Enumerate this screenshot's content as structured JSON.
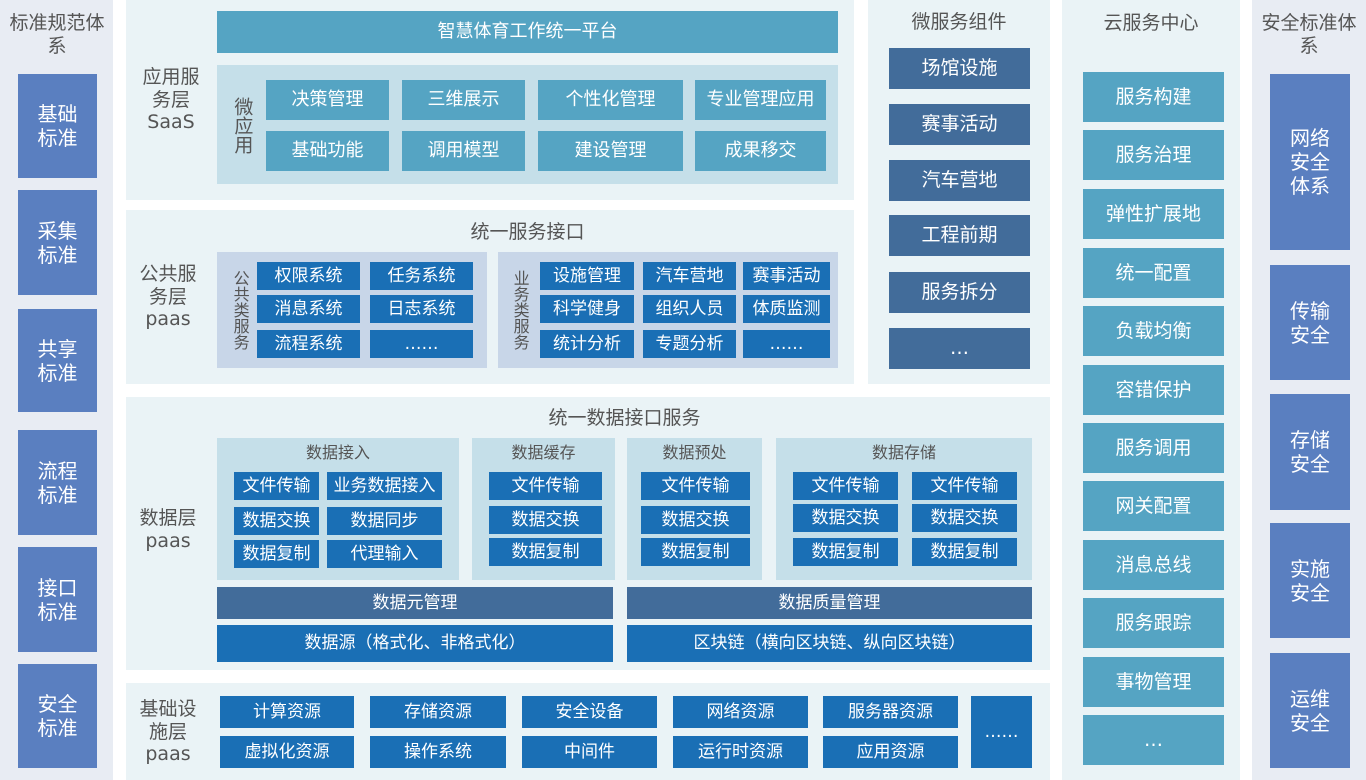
{
  "left_standards": {
    "title": "标准规范体系",
    "items": [
      "基础标准",
      "采集标准",
      "共享标准",
      "流程标准",
      "接口标准",
      "安全标准"
    ]
  },
  "saas": {
    "label": "应用服务层SaaS",
    "platform": "智慧体育工作统一平台",
    "micro_label": "微应用",
    "apps": [
      "决策管理",
      "三维展示",
      "个性化管理",
      "专业管理应用",
      "基础功能",
      "调用模型",
      "建设管理",
      "成果移交"
    ]
  },
  "public": {
    "title": "统一服务接口",
    "label": "公共服务层paas",
    "common_label": "公共类服务",
    "common": [
      "权限系统",
      "任务系统",
      "消息系统",
      "日志系统",
      "流程系统",
      "……"
    ],
    "biz_label": "业务类服务",
    "biz": [
      "设施管理",
      "汽车营地",
      "赛事活动",
      "科学健身",
      "组织人员",
      "体质监测",
      "统计分析",
      "专题分析",
      "……"
    ]
  },
  "data_layer": {
    "title": "统一数据接口服务",
    "label": "数据层paas",
    "access": {
      "title": "数据接入",
      "items": [
        "文件传输",
        "业务数据接入",
        "数据交换",
        "数据同步",
        "数据复制",
        "代理输入"
      ]
    },
    "cache": {
      "title": "数据缓存",
      "items": [
        "文件传输",
        "数据交换",
        "数据复制"
      ]
    },
    "preprocess": {
      "title": "数据预处",
      "items": [
        "文件传输",
        "数据交换",
        "数据复制"
      ]
    },
    "storage": {
      "title": "数据存储",
      "items": [
        "文件传输",
        "文件传输",
        "数据交换",
        "数据交换",
        "数据复制",
        "数据复制"
      ]
    },
    "meta": "数据元管理",
    "quality": "数据质量管理",
    "source": "数据源（格式化、非格式化）",
    "blockchain": "区块链（横向区块链、纵向区块链）"
  },
  "infra": {
    "label": "基础设施层paas",
    "items": [
      "计算资源",
      "存储资源",
      "安全设备",
      "网络资源",
      "服务器资源",
      "虚拟化资源",
      "操作系统",
      "中间件",
      "运行时资源",
      "应用资源"
    ],
    "more": "……"
  },
  "micro": {
    "title": "微服务组件",
    "items": [
      "场馆设施",
      "赛事活动",
      "汽车营地",
      "工程前期",
      "服务拆分",
      "…"
    ]
  },
  "cloud": {
    "title": "云服务中心",
    "items": [
      "服务构建",
      "服务治理",
      "弹性扩展地",
      "统一配置",
      "负载均衡",
      "容错保护",
      "服务调用",
      "网关配置",
      "消息总线",
      "服务跟踪",
      "事物管理",
      "…"
    ]
  },
  "security": {
    "title": "安全标准体系",
    "items": [
      "网络安全体系",
      "传输安全",
      "存储安全",
      "实施安全",
      "运维安全"
    ]
  },
  "colors": {
    "standard": "#5a7fc0",
    "teal": "#55a4c3",
    "blue": "#1a6fb5",
    "navy": "#426c9a"
  }
}
